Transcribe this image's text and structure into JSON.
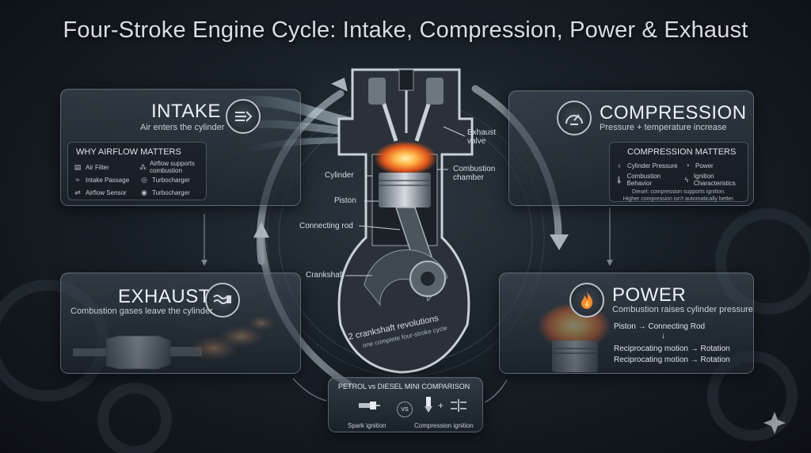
{
  "title": "Four-Stroke Engine Cycle: Intake, Compression, Power & Exhaust",
  "intake": {
    "title": "INTAKE",
    "subtitle": "Air enters the cylinder",
    "box_title": "WHY AIRFLOW MATTERS",
    "items": [
      "Air Filter",
      "Intake Passage",
      "Airflow Sensor"
    ],
    "items_right": [
      "Airflow supports combustion",
      "Turbocharger",
      "Turbocharger"
    ]
  },
  "compression": {
    "title": "COMPRESSION",
    "subtitle": "Pressure + temperature increase",
    "box_title": "COMPRESSION MATTERS",
    "items": [
      "Cylinder Pressure",
      "Combustion Behavior"
    ],
    "items_right": [
      "Power",
      "Ignition Characteristics"
    ],
    "note_1": "Diesel: compression supports ignition.",
    "note_2": "Higher compression isn't automatically better."
  },
  "exhaust": {
    "title": "EXHAUST",
    "subtitle": "Combustion gases leave the cylinder"
  },
  "power": {
    "title": "POWER",
    "subtitle": "Combustion raises cylinder pressure",
    "line_1": "Piston → Connecting Rod",
    "arrow": "↓",
    "line_2": "Reciprocating motion → Rotation",
    "line_3": "Reciprocating motion → Rotation"
  },
  "engine": {
    "exhaust_valve": "Exhaust valve",
    "cylinder": "Cylinder",
    "combustion_chamber": "Combustion chamber",
    "piston": "Piston",
    "connecting_rod": "Connecting rod",
    "crankshaft": "Crankshaft",
    "revolutions": "2 crankshaft revolutions",
    "revolutions_sub": "one complete four-stroke cycle"
  },
  "comparison": {
    "title": "PETROL vs DIESEL MINI COMPARISON",
    "spark": "Spark ignition",
    "vs": "VS",
    "plus": "+",
    "compression_ignition": "Compression ignition"
  },
  "colors": {
    "accent_fire": "#ff8a2a",
    "panel_border": "#96a5b4",
    "arrow_grey": "#a9b3bc"
  }
}
